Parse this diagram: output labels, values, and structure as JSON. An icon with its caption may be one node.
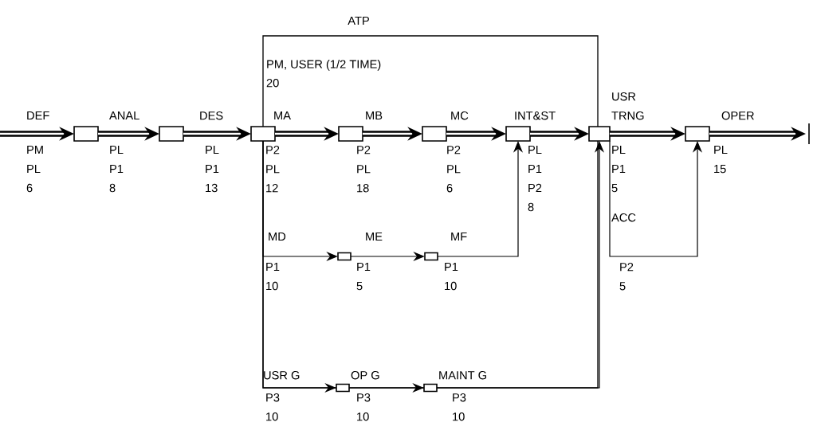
{
  "diagram": {
    "nodes": [
      {
        "text": [
          "ATP",
          "PM, USER (1/2 TIME)",
          "20"
        ]
      },
      {
        "text": [],
        "shape": "box"
      },
      {
        "text": [],
        "shape": "box"
      },
      {
        "text": [],
        "shape": "box"
      },
      {
        "text": [],
        "shape": "box",
        "in": 0
      },
      {
        "text": [],
        "shape": "box",
        "in": 0
      },
      {
        "text": [],
        "shape": "box",
        "in": 0
      },
      {
        "text": [],
        "shape": "box"
      },
      {
        "text": [],
        "shape": "box"
      },
      {
        "text": [],
        "shape": "box",
        "in": 0
      },
      {
        "text": [],
        "shape": "box",
        "in": 0
      },
      {
        "text": [],
        "shape": "box"
      },
      {
        "text": [],
        "shape": "box"
      }
    ],
    "edges": [
      {
        "from": null,
        "to": 1,
        "arrow": "to",
        "label": "DEF"
      },
      {
        "from": 1,
        "to": 2,
        "arrow": "to",
        "label": "ANAL"
      },
      {
        "from": 2,
        "to": 3,
        "arrow": "to",
        "label": "DES"
      },
      {
        "from": 3,
        "to": 4,
        "arrow": "to",
        "label": "MA"
      },
      {
        "from": 4,
        "to": 5,
        "arrow": "to",
        "label": "MB"
      },
      {
        "from": 5,
        "to": 6,
        "arrow": "to",
        "label": "MC"
      },
      {
        "from": 6,
        "to": 7,
        "arrow": "to",
        "label": "INT&ST"
      },
      {
        "from": 7,
        "to": 8,
        "arrow": "to",
        "label": "USR TRNG"
      },
      {
        "from": 8,
        "to": null,
        "arrow": "to",
        "label": "OPER"
      },
      {
        "from": 3,
        "to": 9,
        "arrow": "to",
        "label": "MD"
      },
      {
        "from": 9,
        "to": 10,
        "arrow": "to",
        "label": "ME"
      },
      {
        "from": 10,
        "to": 6,
        "arrow": "to",
        "label": "MF"
      },
      {
        "from": 3,
        "to": 11,
        "arrow": "to",
        "label": "USR G"
      },
      {
        "from": 11,
        "to": 12,
        "arrow": "to",
        "label": "OP G"
      },
      {
        "from": 12,
        "to": 7,
        "arrow": "to",
        "label": "MAINT G"
      },
      {
        "from": 7,
        "to": 8,
        "arrow": "to",
        "label": "ACC"
      }
    ],
    "labels": [
      "PM PL 6",
      "PL P1 8",
      "PL P1 13",
      "P2 PL 12",
      "P2 PL 18",
      "P2 PL 6",
      "PL P1 P2 8",
      "PL P1 5",
      "PL 15",
      "P1 10",
      "P1 5",
      "P1 10",
      "P2 5",
      "P3 10",
      "P3 10",
      "P3 10"
    ]
  }
}
